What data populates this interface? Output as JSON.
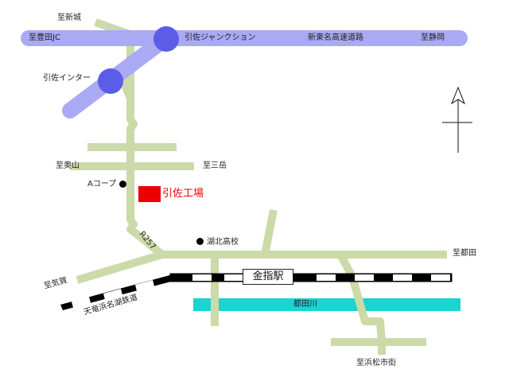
{
  "map": {
    "expressway": {
      "name": "新東名高速道路",
      "junction": "引佐ジャンクション",
      "interchange": "引佐インター",
      "west_end": "至豊田JC",
      "east_end": "至静岡"
    },
    "roads": {
      "north": "至新城",
      "west_upper": "至奥山",
      "east_upper": "至三岳",
      "route": "R257",
      "southwest": "至気賀",
      "east_lower": "至都田",
      "south": "至浜松市街"
    },
    "landmarks": {
      "coop": "Aコープ",
      "school": "湖北高校",
      "factory": "引佐工場"
    },
    "railway": {
      "name": "天竜浜名湖鉄道",
      "station": "金指駅"
    },
    "river": {
      "name": "都田川"
    },
    "colors": {
      "road": "#ccd9a9",
      "expressway": "#a9a9f4",
      "node": "#5b5ce8",
      "river": "#1ad4cf",
      "factory": "#ee0000",
      "rail_black": "#000000",
      "rail_white": "#ffffff"
    },
    "icons": {
      "north_arrow": "north-arrow-icon"
    }
  }
}
